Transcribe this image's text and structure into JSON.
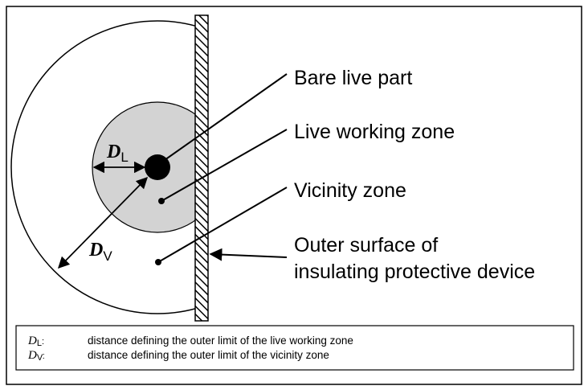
{
  "labels": {
    "bare_live_part": "Bare live part",
    "live_working_zone": "Live working zone",
    "vicinity_zone": "Vicinity zone",
    "outer_surface_line1": "Outer surface of",
    "outer_surface_line2": "insulating protective device"
  },
  "dimensions": {
    "dl_symbol": "D",
    "dl_subscript": "L",
    "dv_symbol": "D",
    "dv_subscript": "V"
  },
  "legend": {
    "rows": [
      {
        "symbol": "D",
        "subscript": "L",
        "colon": ":",
        "text": "distance defining the outer limit of the live working zone"
      },
      {
        "symbol": "D",
        "subscript": "V",
        "colon": ":",
        "text": "distance defining the outer limit of the vicinity zone"
      }
    ]
  },
  "colors": {
    "live_working_zone_fill": "#d3d3d3",
    "line": "#000000",
    "background": "#ffffff"
  }
}
